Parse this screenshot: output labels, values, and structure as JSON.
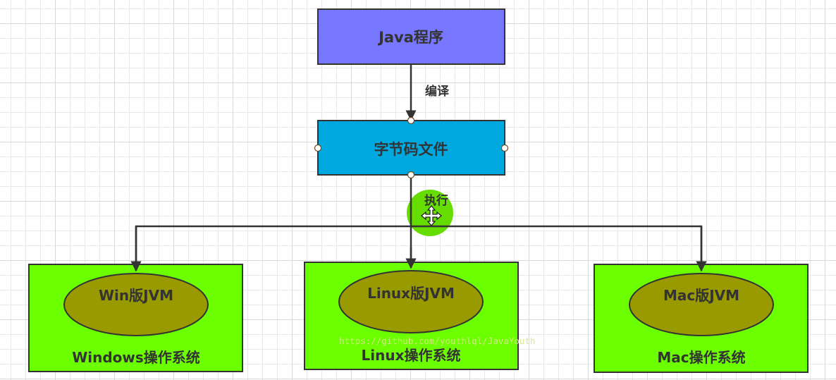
{
  "diagram": {
    "nodes": {
      "java_program": {
        "label": "Java程序",
        "fill": "#7777ff"
      },
      "bytecode": {
        "label": "字节码文件",
        "fill": "#00a8e0"
      },
      "windows_os": {
        "label": "Windows操作系统",
        "fill": "#6cff00"
      },
      "linux_os": {
        "label": "Linux操作系统",
        "fill": "#6cff00"
      },
      "mac_os": {
        "label": "Mac操作系统",
        "fill": "#6cff00"
      },
      "win_jvm": {
        "label": "Win版JVM",
        "fill": "#999900"
      },
      "linux_jvm": {
        "label": "Linux版JVM",
        "fill": "#999900"
      },
      "mac_jvm": {
        "label": "Mac版JVM",
        "fill": "#999900"
      }
    },
    "edges": {
      "compile": {
        "from": "Java程序",
        "to": "字节码文件",
        "label": "编译"
      },
      "execute": {
        "from": "字节码文件",
        "to": [
          "Win版JVM",
          "Linux版JVM",
          "Mac版JVM"
        ],
        "label": "执行"
      }
    },
    "cursor_highlight_color": "#66dd00",
    "line_color": "#333333"
  },
  "watermark": "https://github.com/youthlql/JavaYouth"
}
